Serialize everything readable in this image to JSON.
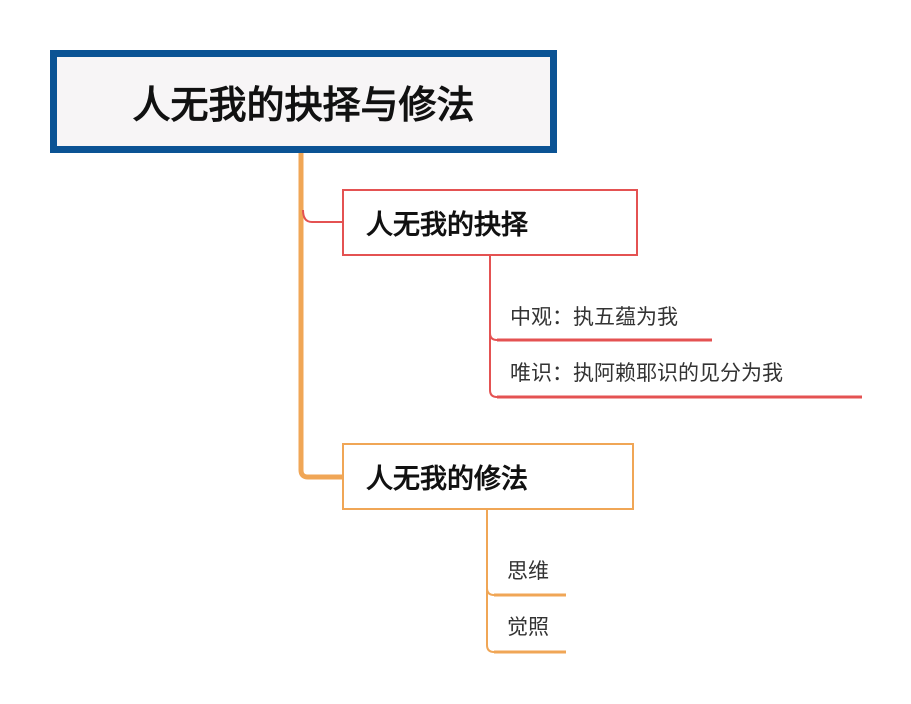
{
  "colors": {
    "root_border": "#0b5394",
    "root_fill": "#f7f5f6",
    "trunk": "#f0a656",
    "branch_choice": "#e45252",
    "branch_practice": "#f0a656"
  },
  "mindmap": {
    "root": {
      "label": "人无我的抉择与修法"
    },
    "branches": [
      {
        "label": "人无我的抉择",
        "color": "#e45252",
        "children": [
          {
            "label": "中观：执五蕴为我"
          },
          {
            "label": "唯识：执阿赖耶识的见分为我"
          }
        ]
      },
      {
        "label": "人无我的修法",
        "color": "#f0a656",
        "children": [
          {
            "label": "思维"
          },
          {
            "label": "觉照"
          }
        ]
      }
    ]
  }
}
